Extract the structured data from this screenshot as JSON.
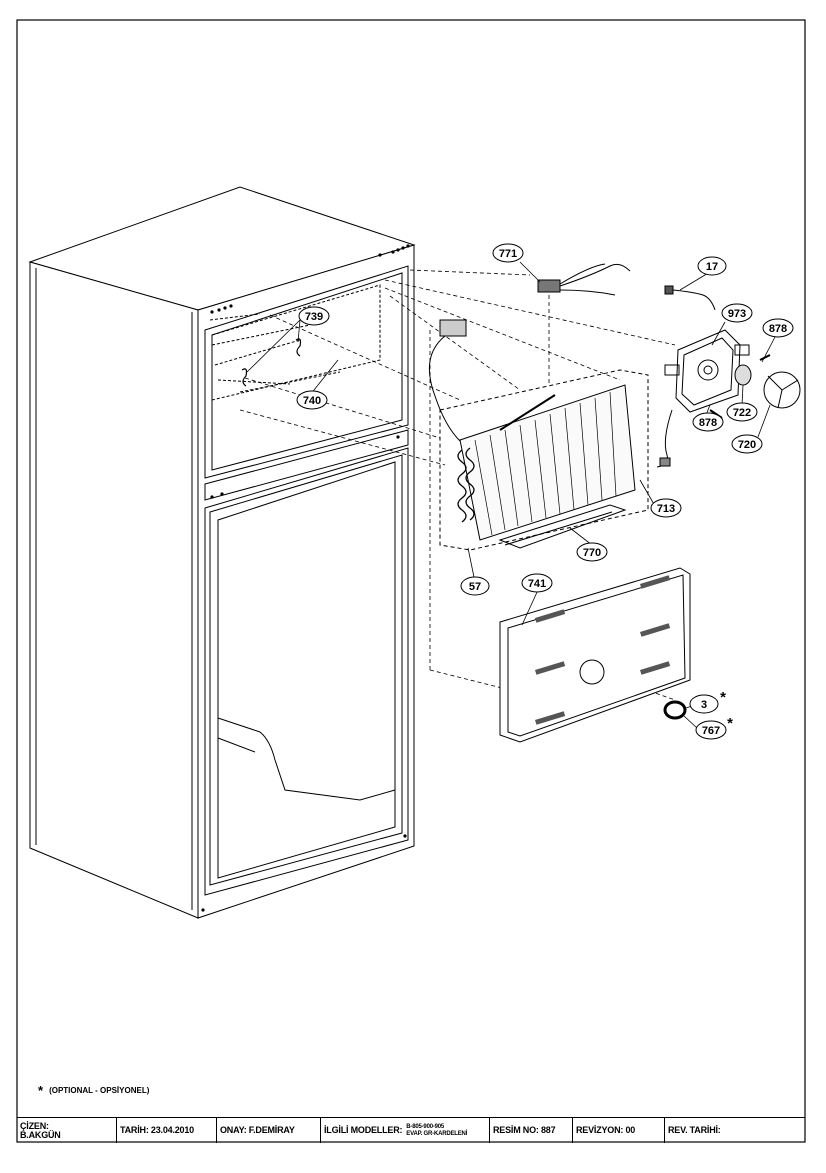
{
  "callouts": [
    {
      "label": "771"
    },
    {
      "label": "17"
    },
    {
      "label": "973"
    },
    {
      "label": "878"
    },
    {
      "label": "739"
    },
    {
      "label": "740"
    },
    {
      "label": "878"
    },
    {
      "label": "722"
    },
    {
      "label": "720"
    },
    {
      "label": "713"
    },
    {
      "label": "770"
    },
    {
      "label": "57"
    },
    {
      "label": "741"
    },
    {
      "label": "3"
    },
    {
      "label": "767"
    }
  ],
  "optional_marks": [
    "*",
    "*"
  ],
  "note": {
    "star": "*",
    "text": "(OPTIONAL - OPSİYONEL)"
  },
  "title_block": {
    "cizen": "ÇİZEN:\nB.AKGÜN",
    "tarih": "TARİH: 23.04.2010",
    "onay": "ONAY: F.DEMİRAY",
    "ilgili_label": "İLGİLİ MODELLER:",
    "ilgili_models": "B-805-900-905\nEVAP. GR-KARDELENİ",
    "resim": "RESİM NO: 887",
    "revizyon": "REVİZYON: 00",
    "rev_tarihi": "REV. TARİHİ:"
  }
}
